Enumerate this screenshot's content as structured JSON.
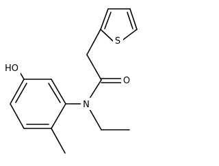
{
  "molecule": {
    "labels": {
      "sulfur": "S",
      "oxygen_carbonyl": "O",
      "nitrogen": "N",
      "hydroxyl": "HO"
    }
  }
}
